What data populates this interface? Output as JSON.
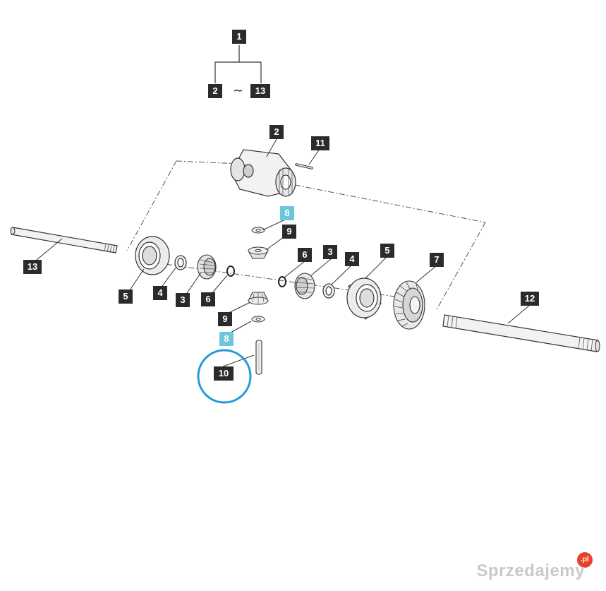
{
  "tree": {
    "root": "1",
    "left": "2",
    "separator": "~",
    "right": "13"
  },
  "callouts": {
    "c2": "2",
    "c11": "11",
    "c8a": "8",
    "c9a": "9",
    "c13": "13",
    "c5a": "5",
    "c4a": "4",
    "c3a": "3",
    "c6a": "6",
    "c6b": "6",
    "c3b": "3",
    "c4b": "4",
    "c5b": "5",
    "c7": "7",
    "c12": "12",
    "c9b": "9",
    "c8b": "8",
    "c10": "10"
  },
  "colors": {
    "callout_bg": "#2b2b2b",
    "highlight": "#6cc7dc",
    "circle": "#1e9bd7"
  },
  "watermark": {
    "text": "Sprzedajemy",
    "badge": ".pl"
  }
}
